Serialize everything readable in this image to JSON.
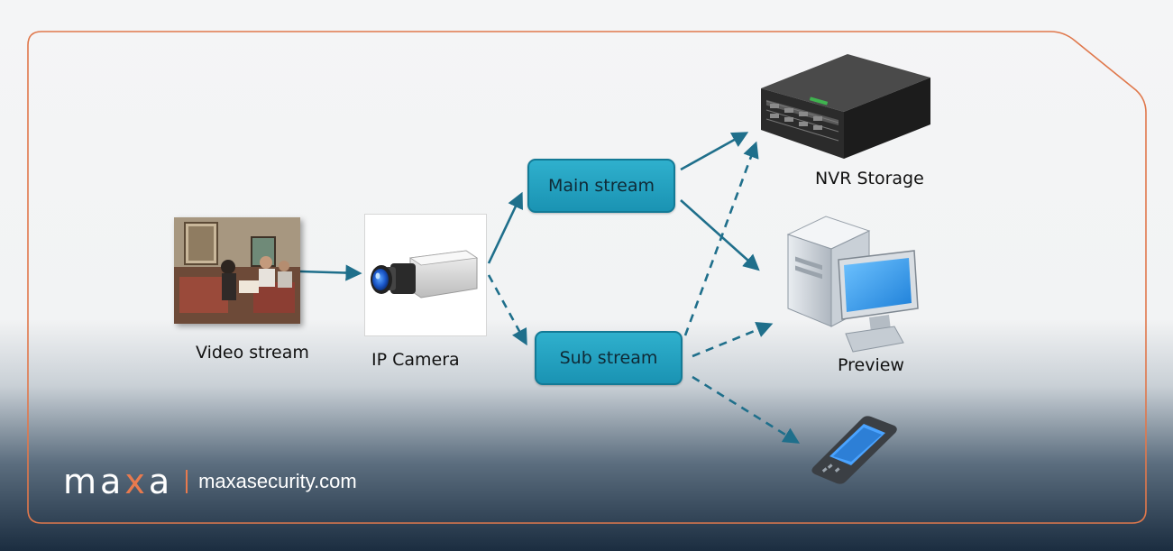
{
  "diagram": {
    "nodes": {
      "video_stream": "Video stream",
      "ip_camera": "IP Camera",
      "main_stream": "Main stream",
      "sub_stream": "Sub stream",
      "nvr_storage": "NVR Storage",
      "preview": "Preview"
    },
    "icons": {
      "video": "video-frame-photo",
      "camera": "ip-camera-icon",
      "nvr": "nvr-server-icon",
      "pc": "desktop-computer-icon",
      "phone": "mobile-phone-icon"
    },
    "edges": [
      {
        "from": "video_stream",
        "to": "ip_camera",
        "style": "solid"
      },
      {
        "from": "ip_camera",
        "to": "main_stream",
        "style": "solid"
      },
      {
        "from": "ip_camera",
        "to": "sub_stream",
        "style": "dashed"
      },
      {
        "from": "main_stream",
        "to": "nvr_storage",
        "style": "solid"
      },
      {
        "from": "main_stream",
        "to": "preview",
        "style": "solid"
      },
      {
        "from": "sub_stream",
        "to": "nvr_storage",
        "style": "dashed"
      },
      {
        "from": "sub_stream",
        "to": "preview",
        "style": "dashed"
      },
      {
        "from": "sub_stream",
        "to": "mobile",
        "style": "dashed"
      }
    ],
    "colors": {
      "arrow": "#1f6f8b",
      "box_fill": "#2aa9c7",
      "accent_border": "#e87a4e"
    }
  },
  "brand": {
    "logo_prefix": "ma",
    "logo_x": "x",
    "logo_suffix": "a",
    "url": "maxasecurity.com"
  }
}
